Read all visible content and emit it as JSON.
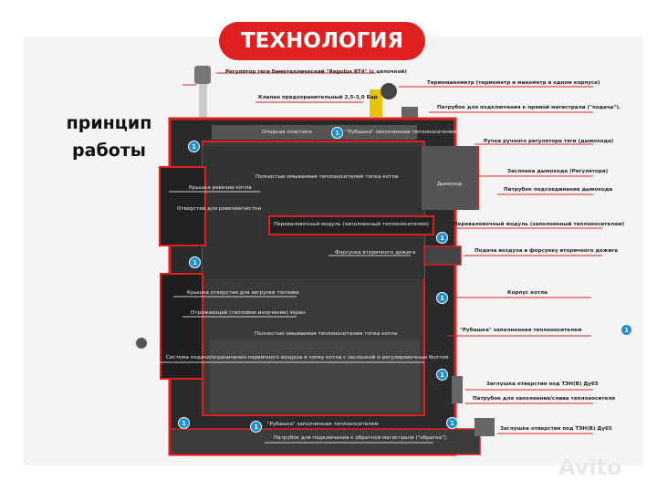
{
  "title": "ТЕХНОЛОГИЯ",
  "subtitle": "принцип работы",
  "badge": "1",
  "logo": "Avito",
  "colors": {
    "accent": "#e02020",
    "badge": "#1a8fd6",
    "body": "#2e2e2e"
  },
  "labels": {
    "regulator": "Регулятор тяги биметаллический \"Regulus RT4\" (с цепочкой)",
    "thermomanometer": "Термоманометр (термометр и манометр в одном корпусе)",
    "valve": "Клапан предохранительный 2,5-3,0 Бар",
    "supply_pipe": "Патрубок для подключения  к прямой магистрали (\"подача\").",
    "support_plate": "Опорная пластина",
    "jacket": "\"Рубашка\" заполненная теплоносителем",
    "damper_handle": "Ручка ручного регулятора тяги (дымохода)",
    "firebox": "Полностью омываемая теплоносителем топка котла",
    "chimney": "Дымоход",
    "chimney_damper": "Заслонка дымохода (Регулятора)",
    "chimney_pipe": "Патрубок подсоединения дымохода",
    "revision_cover": "Крышка ревизии котла",
    "revision_hole": "Отверстие для ревизии/чистки",
    "transfer_module": "Переваловочный модуль (заполненный теплоносителем)",
    "nozzle": "Форсунка вторичного дожига",
    "nozzle_air": "Подача воздуха в форсунку вторичного дожига",
    "loading_cover": "Крышка отверстия для загрузки топлива",
    "housing": "Корпус котла",
    "reflector": "Отражающий (тепловое излучение) экран",
    "primary_air": "Система подачи/ограничения первичного воздуха в топку котла с заслонкой и регулировочным болтом",
    "heater_plug": "Заглушка отверстия под ТЭН(В) Ду65",
    "fill_pipe": "Патрубок для заполнения/слива теплоносителя",
    "return_pipe": "Патрубок для подключения  к обратной магистрали (\"обратка\")."
  }
}
